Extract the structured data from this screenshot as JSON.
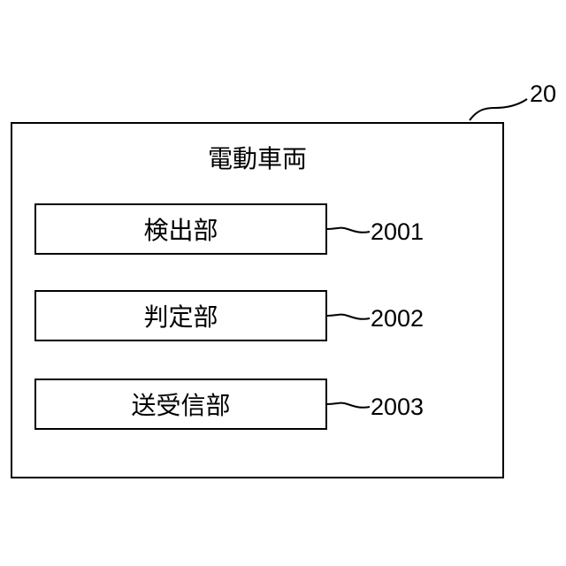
{
  "vehicle": {
    "title": "電動車両",
    "ref": "20"
  },
  "components": [
    {
      "label": "検出部",
      "ref": "2001"
    },
    {
      "label": "判定部",
      "ref": "2002"
    },
    {
      "label": "送受信部",
      "ref": "2003"
    }
  ],
  "colors": {
    "line": "#000000",
    "background": "#ffffff"
  }
}
